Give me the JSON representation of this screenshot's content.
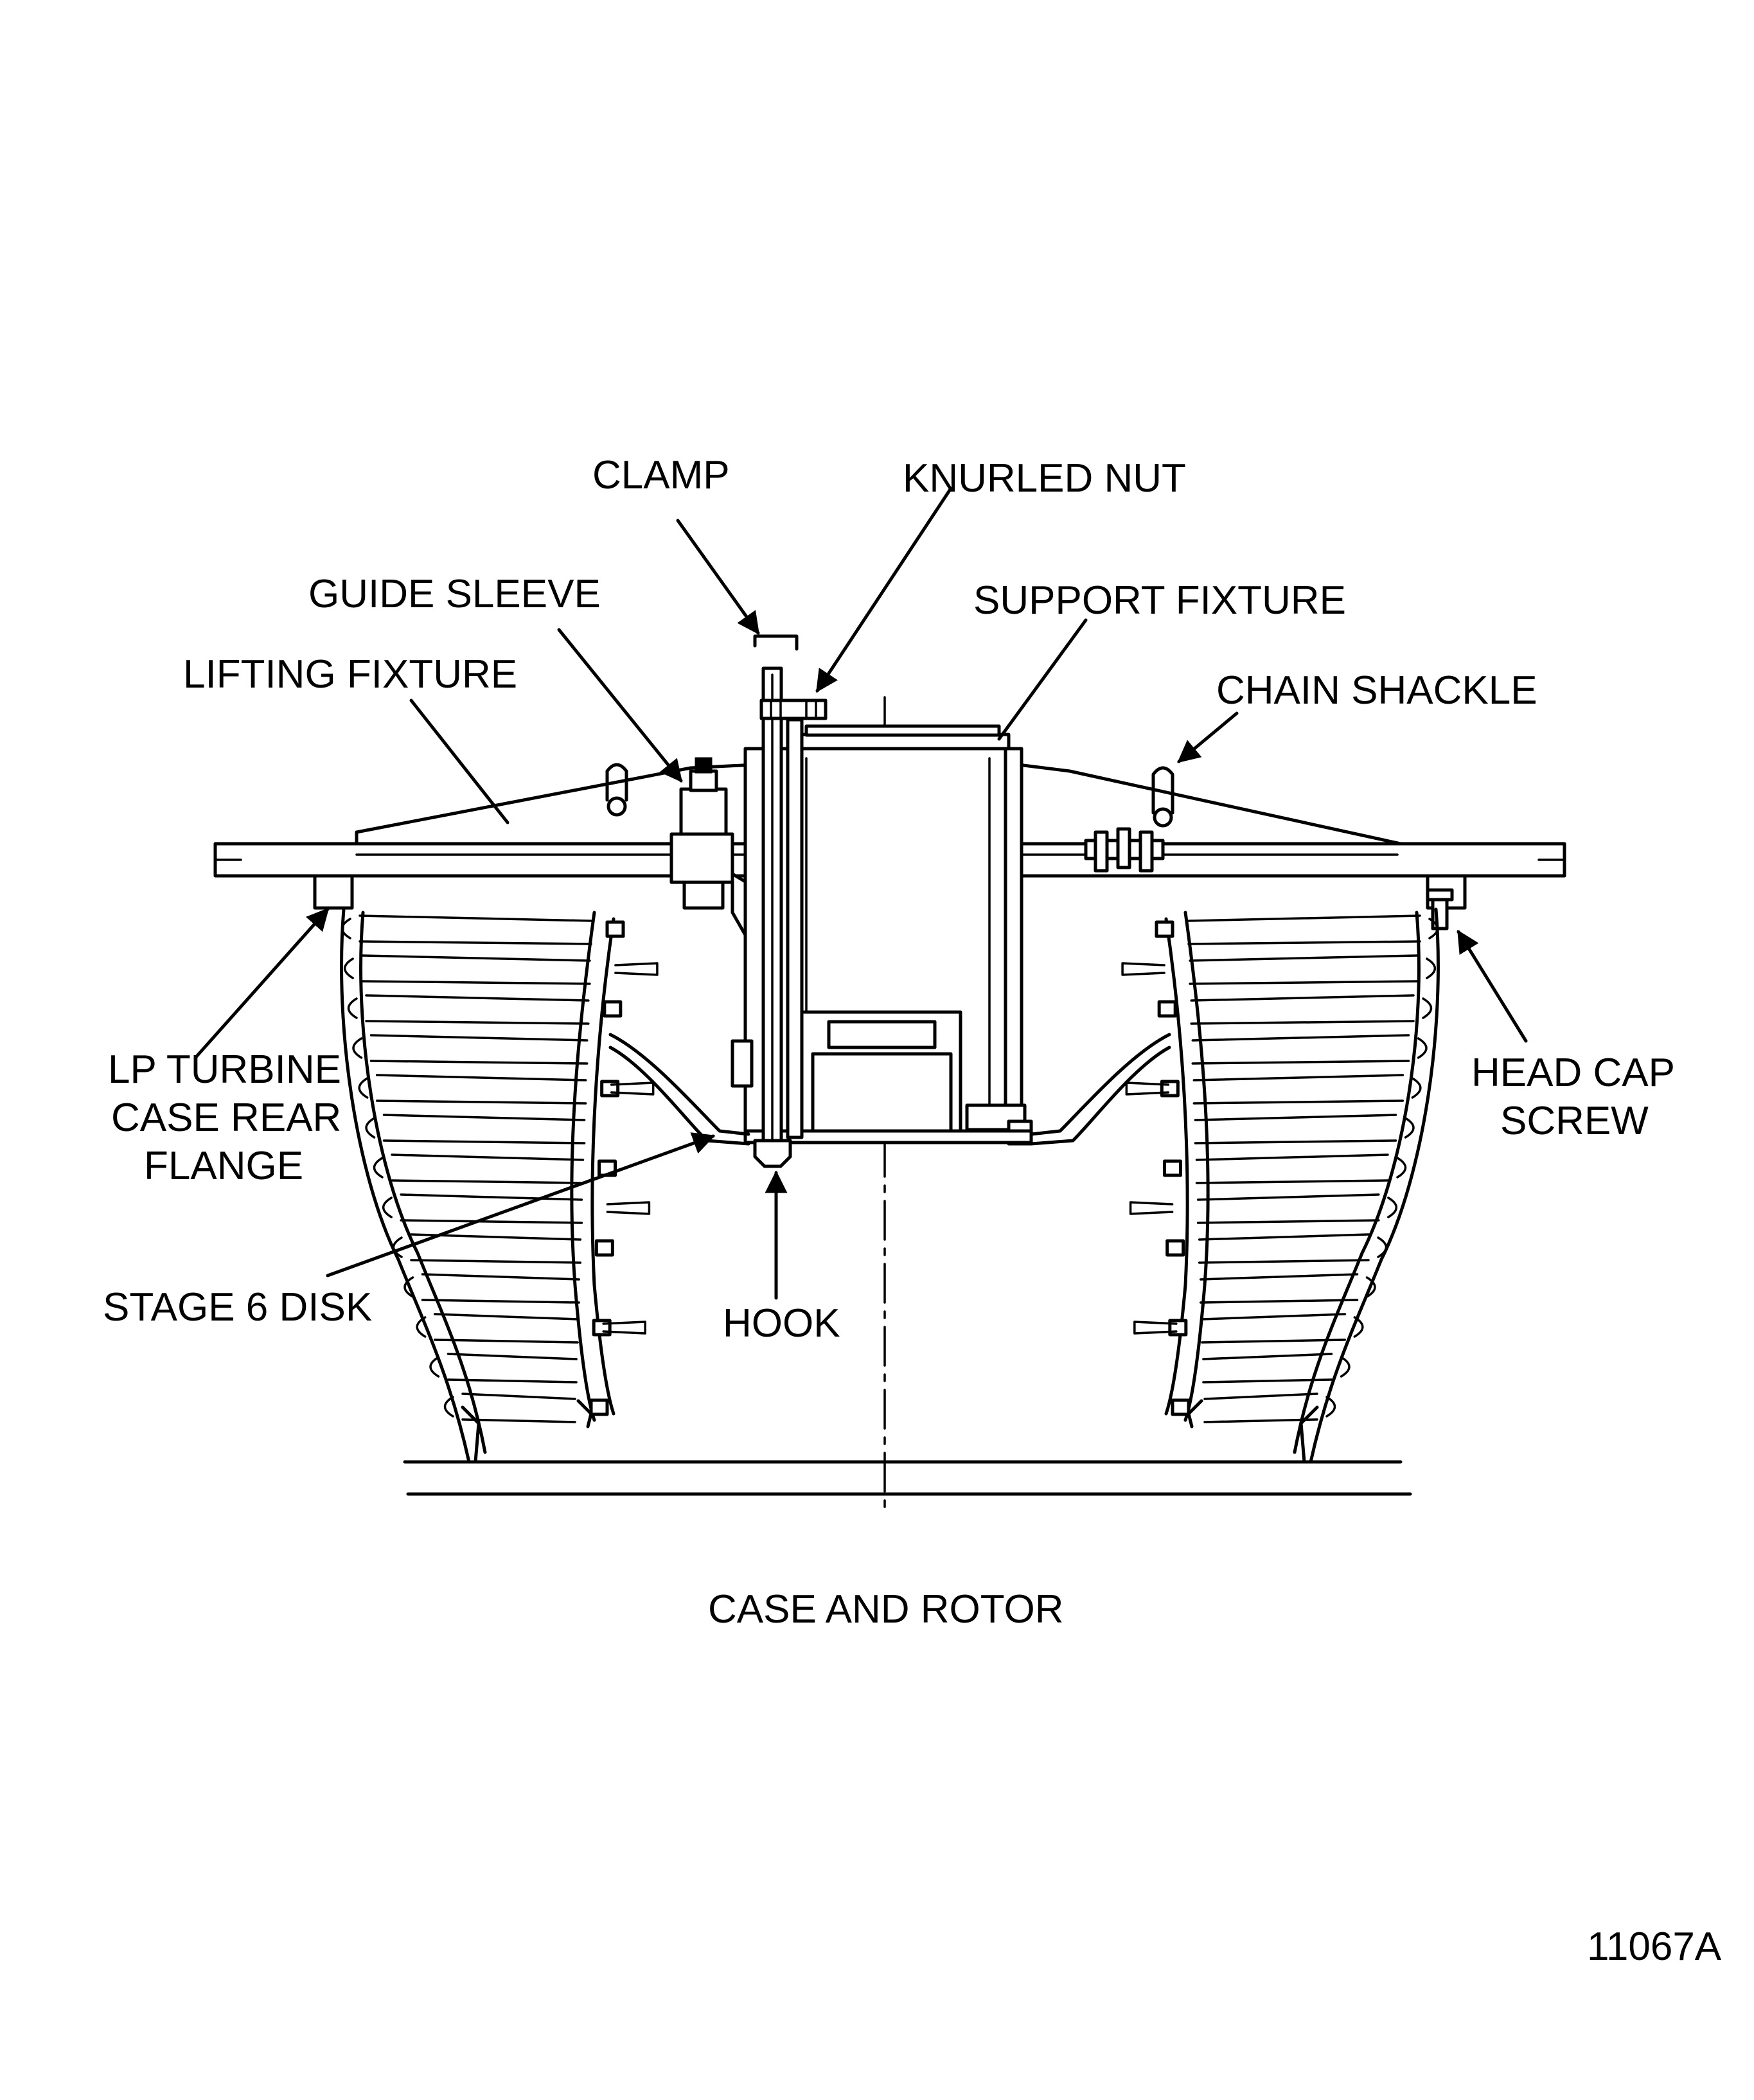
{
  "labels": {
    "clamp": "CLAMP",
    "knurled_nut": "KNURLED NUT",
    "guide_sleeve": "GUIDE SLEEVE",
    "support_fixture": "SUPPORT FIXTURE",
    "lifting_fixture": "LIFTING FIXTURE",
    "chain_shackle": "CHAIN SHACKLE",
    "lp_turbine": [
      "LP TURBINE",
      "CASE REAR",
      "FLANGE"
    ],
    "head_cap_screw": [
      "HEAD CAP",
      "SCREW"
    ],
    "stage_6_disk": "STAGE 6 DISK",
    "hook": "HOOK"
  },
  "caption": "CASE AND ROTOR",
  "figure_number": "11067A"
}
